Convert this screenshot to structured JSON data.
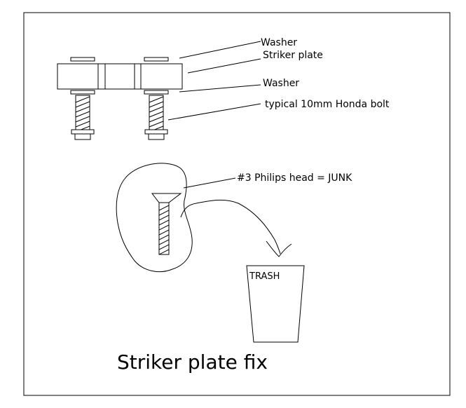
{
  "labels": {
    "washer_top": "Washer",
    "striker_plate": "Striker plate",
    "washer_bottom": "Washer",
    "honda_bolt": "typical 10mm Honda bolt",
    "philips_screw": "#3 Philips head = JUNK",
    "trash": "TRASH"
  },
  "title": "Striker plate fix",
  "colors": {
    "ink": "#000000",
    "background": "#ffffff"
  }
}
